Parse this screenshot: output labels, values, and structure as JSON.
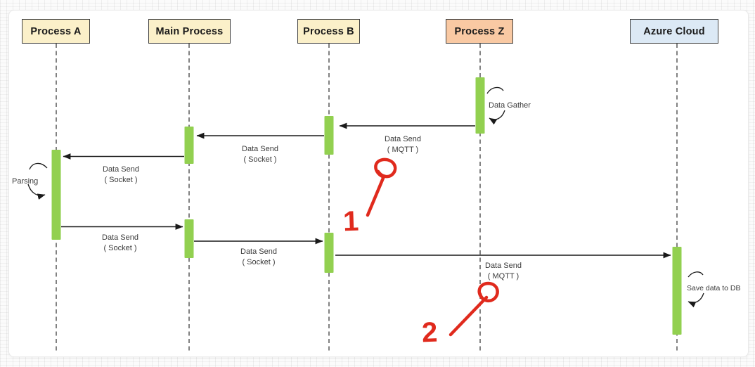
{
  "diagram": {
    "type": "sequence-diagram",
    "participants": [
      {
        "id": "process-a",
        "label": "Process A",
        "fill": "#fbf0c9"
      },
      {
        "id": "main-process",
        "label": "Main Process",
        "fill": "#fbf0c9"
      },
      {
        "id": "process-b",
        "label": "Process B",
        "fill": "#fbf0c9"
      },
      {
        "id": "process-z",
        "label": "Process Z",
        "fill": "#f9c9a3"
      },
      {
        "id": "azure-cloud",
        "label": "Azure Cloud",
        "fill": "#dce9f5"
      }
    ],
    "messages": [
      {
        "from": "Process Z",
        "to": "Process B",
        "line1": "Data Send",
        "line2": "( MQTT )"
      },
      {
        "from": "Process B",
        "to": "Main Process",
        "line1": "Data Send",
        "line2": "( Socket )"
      },
      {
        "from": "Main Process",
        "to": "Process A",
        "line1": "Data Send",
        "line2": "( Socket )"
      },
      {
        "from": "Process A",
        "to": "Main Process",
        "line1": "Data Send",
        "line2": "( Socket )"
      },
      {
        "from": "Main Process",
        "to": "Process B",
        "line1": "Data Send",
        "line2": "( Socket )"
      },
      {
        "from": "Process B",
        "to": "Azure Cloud",
        "line1": "Data Send",
        "line2": "( MQTT )"
      }
    ],
    "self_messages": [
      {
        "on": "Process Z",
        "label": "Data Gather"
      },
      {
        "on": "Process A",
        "label": "Parsing"
      },
      {
        "on": "Azure Cloud",
        "label": "Save data to DB"
      }
    ],
    "annotations": [
      {
        "label": "1"
      },
      {
        "label": "2"
      }
    ],
    "colors": {
      "activation_bar": "#92d050",
      "lifeline": "#4d4d4d",
      "arrow": "#1a1a1a",
      "annotation_red": "#e02a1d",
      "participant_yellow": "#fbf0c9",
      "participant_orange": "#f9c9a3",
      "participant_blue": "#dce9f5"
    }
  }
}
